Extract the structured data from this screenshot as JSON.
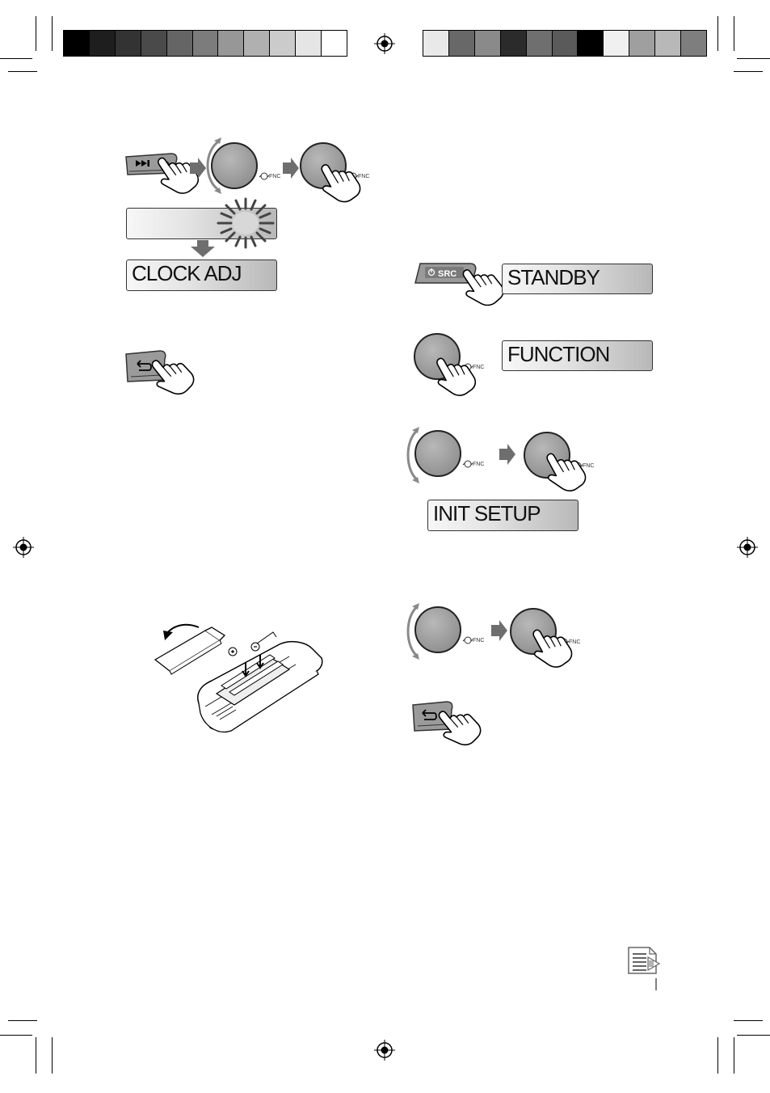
{
  "color_bar_left": [
    "#000000",
    "#1e1e1e",
    "#333333",
    "#4a4a4a",
    "#656565",
    "#7c7c7c",
    "#979797",
    "#b0b0b0",
    "#cbcbcb",
    "#e5e5e5",
    "#ffffff"
  ],
  "color_bar_right": [
    "#e9e9e9",
    "#686868",
    "#8a8a8a",
    "#2b2b2b",
    "#6f6f6f",
    "#5a5a5a",
    "#000000",
    "#f0f0f0",
    "#9f9f9f",
    "#b8b8b8",
    "#7e7e7e"
  ],
  "clock": {
    "button_icon": "next-track-icon",
    "knob_label": "FNC",
    "display_blank": "",
    "display_result": "CLOCK ADJ",
    "back_icon": "back-arrow-icon"
  },
  "init": {
    "src_button_label": "SRC",
    "display_standby": "STANDBY",
    "knob_label": "FNC",
    "display_function": "FUNCTION",
    "display_init": "INIT SETUP",
    "back_icon": "back-arrow-icon"
  },
  "remote": {
    "illustration": "remote-battery-insertion"
  },
  "page_icon": "continued-page-icon"
}
